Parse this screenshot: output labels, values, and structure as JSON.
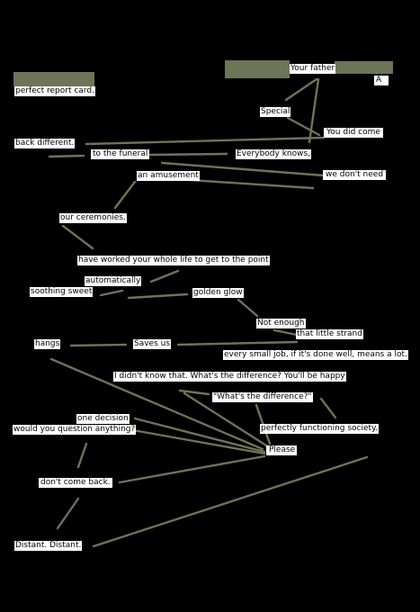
{
  "colors": {
    "background": "#000000",
    "line": "#6d7458",
    "label_bg": "#ffffff",
    "text": "#000000"
  },
  "phrases": {
    "perfect_report_card": "perfect report card.",
    "your_father": "Your father",
    "trailing_dots": ". . . . . . . .",
    "a": "A",
    "special": "Special",
    "you_did_come": "You did come",
    "back_different": "back different.",
    "to_the_funeral": "to the funeral",
    "everybody_knows": "Everybody knows,",
    "an_amusement": "an amusement",
    "we_dont_need": "we don't need",
    "our_ceremonies": "our ceremonies.",
    "have_worked": "have worked your whole life to get to the point",
    "automatically": "automatically",
    "soothing_sweet": "soothing sweet",
    "golden_glow": "golden glow",
    "not_enough": "Not enough",
    "that_little_strand": "that little strand",
    "hangs": "hangs",
    "saves_us": "Saves us",
    "every_small_job": "every small job, if it's done well, means a lot.",
    "i_didnt_know": "I didn't know that. What's the difference? You'll be happy",
    "whats_the_difference": "\"What's the difference?\"",
    "one_decision": "one decision",
    "would_you_question": "would you question anything?",
    "perfectly_functioning": "perfectly functioning society.",
    "please": "Please",
    "dont_come_back": "don't come back.",
    "distant": "Distant. Distant."
  }
}
